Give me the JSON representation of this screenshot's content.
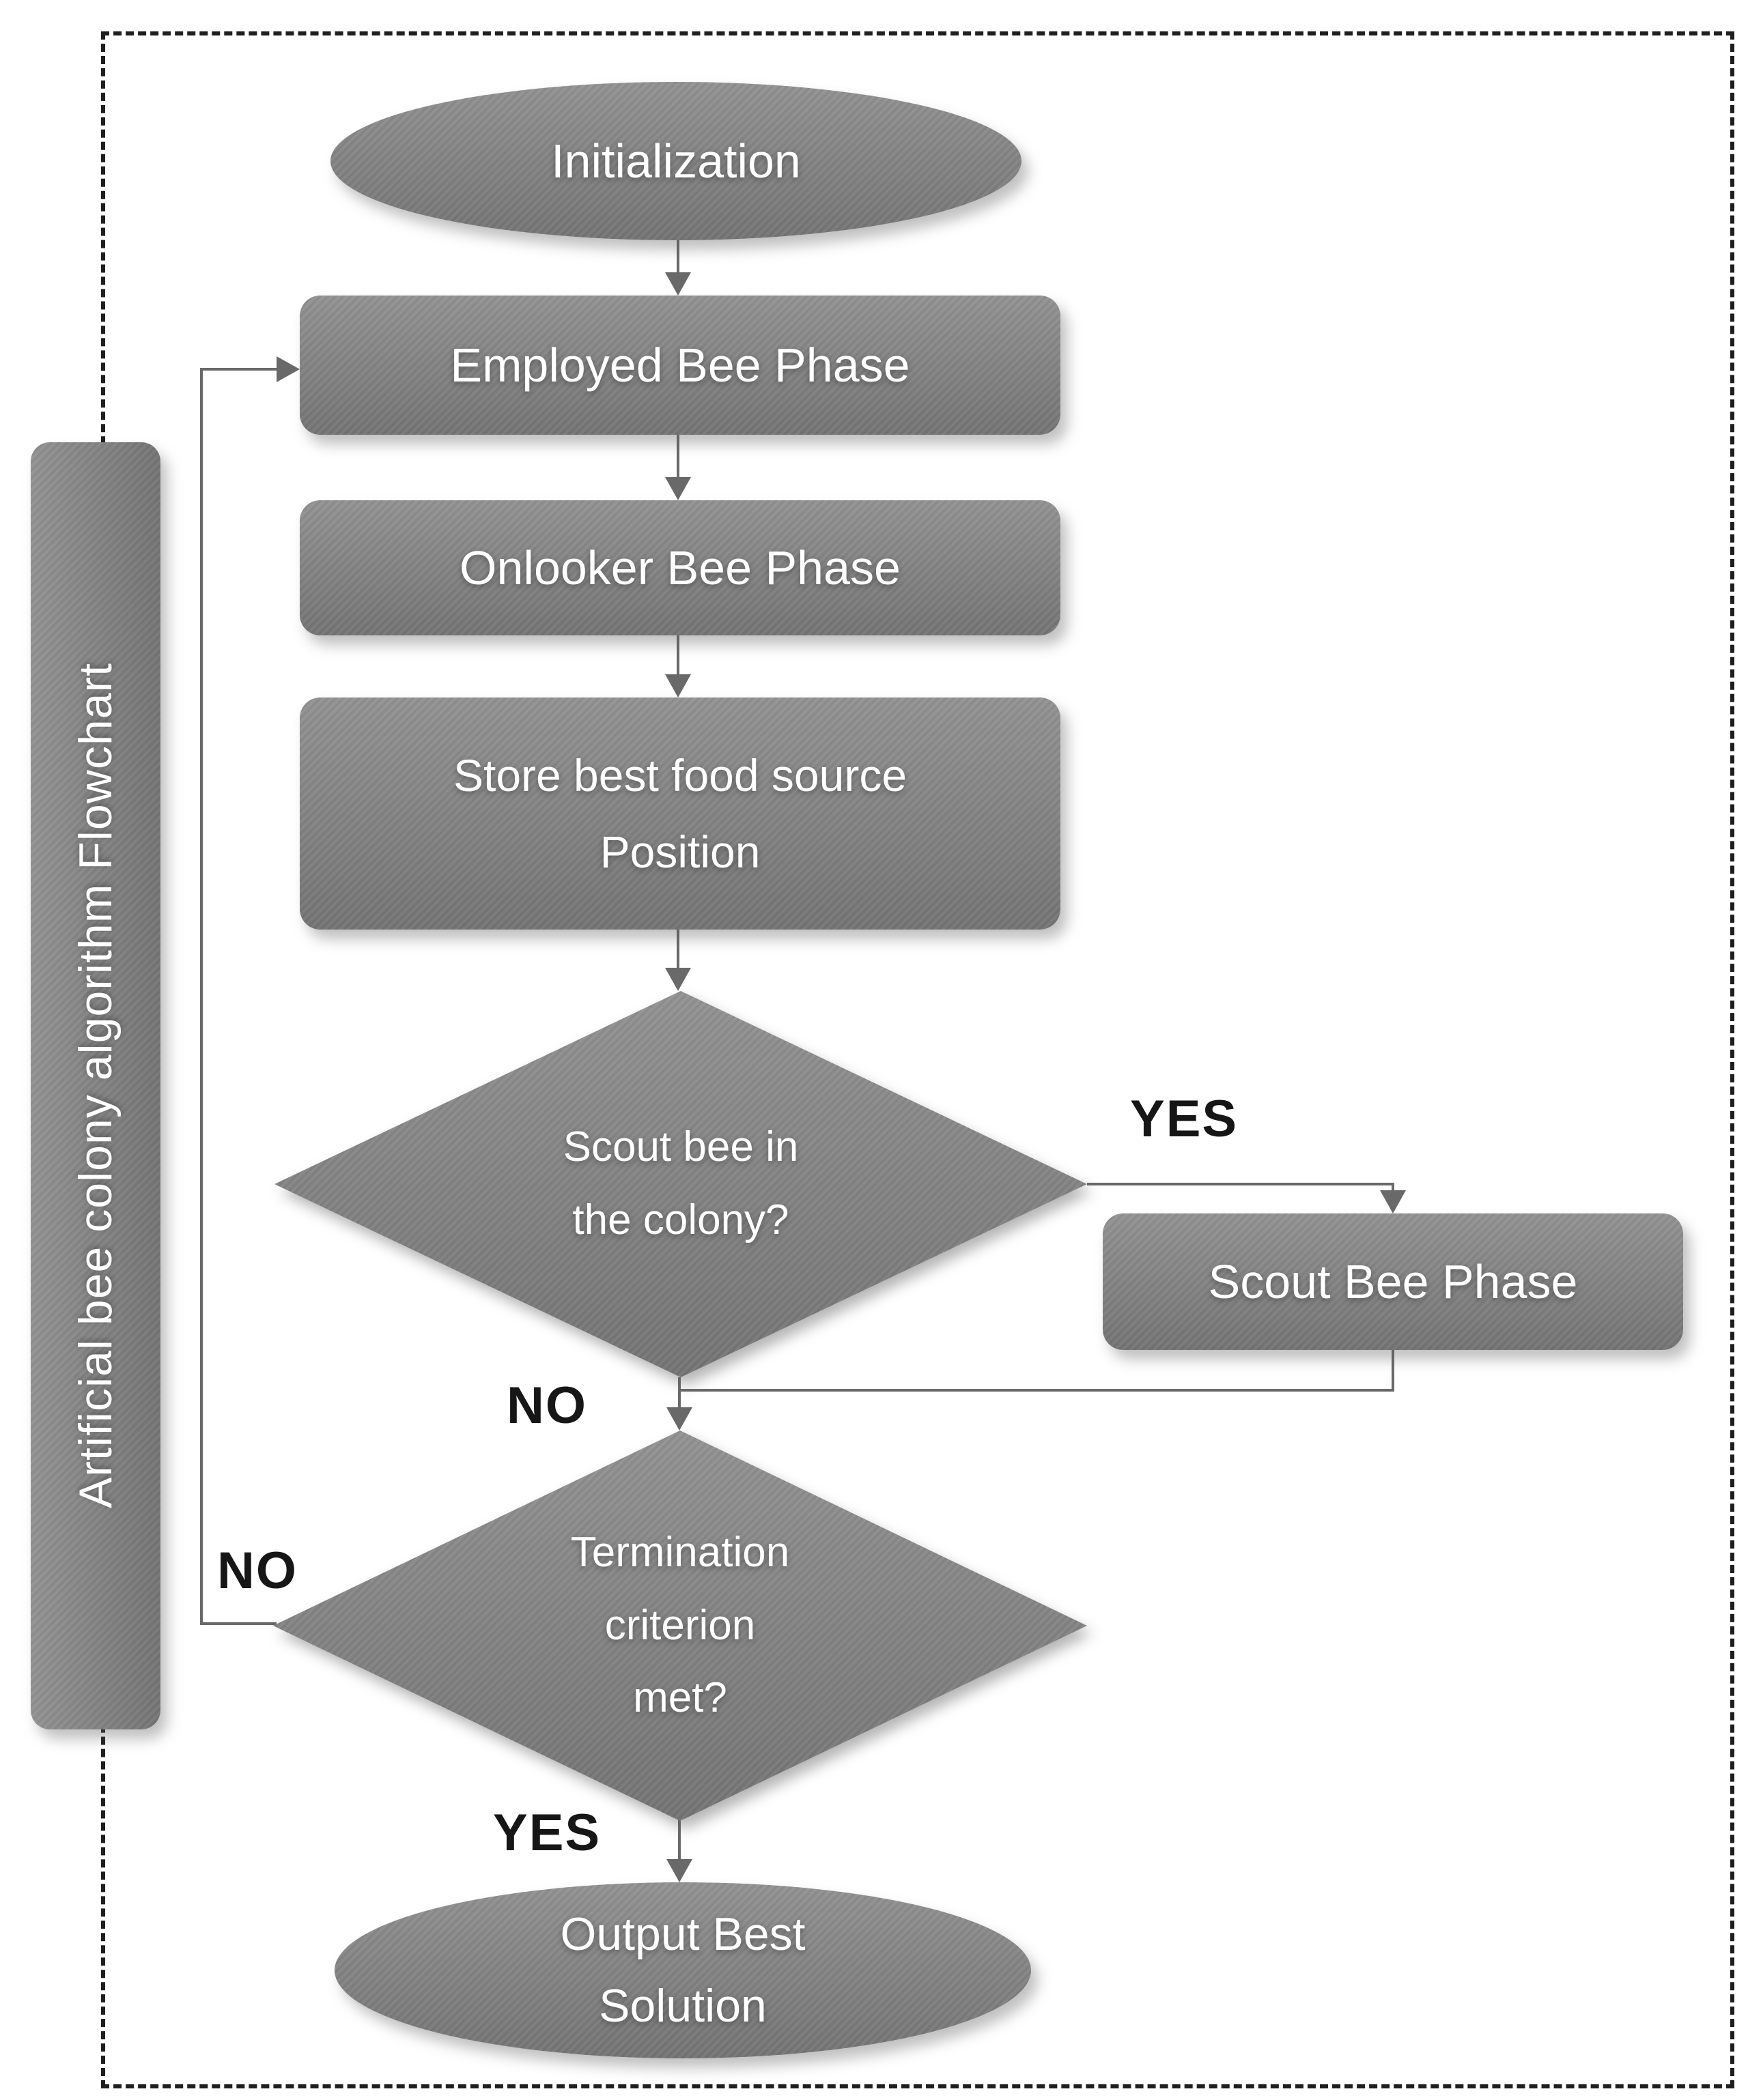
{
  "title": "Artificial bee colony algorithm Flowchart",
  "nodes": {
    "initialization": {
      "label": "Initialization",
      "type": "ellipse"
    },
    "employed": {
      "label": "Employed Bee Phase",
      "type": "process"
    },
    "onlooker": {
      "label": "Onlooker Bee Phase",
      "type": "process"
    },
    "store": {
      "label": "Store best food source\nPosition",
      "type": "process"
    },
    "scout_decision": {
      "label": "Scout bee in\nthe colony?",
      "type": "decision"
    },
    "scout_phase": {
      "label": "Scout Bee Phase",
      "type": "process"
    },
    "termination_decision": {
      "label": "Termination\ncriterion\nmet?",
      "type": "decision"
    },
    "output": {
      "label": "Output Best\nSolution",
      "type": "ellipse"
    }
  },
  "edge_labels": {
    "scout_yes": "YES",
    "scout_no": "NO",
    "termination_no": "NO",
    "termination_yes": "YES"
  },
  "colors": {
    "shape_fill_light": "#929292",
    "shape_fill": "#838383",
    "shape_fill_dark": "#747474",
    "connector": "#696969",
    "node_text": "#ffffff",
    "edge_label_text": "#161616",
    "border_dash": "#1e1e1e",
    "background": "#ffffff"
  }
}
